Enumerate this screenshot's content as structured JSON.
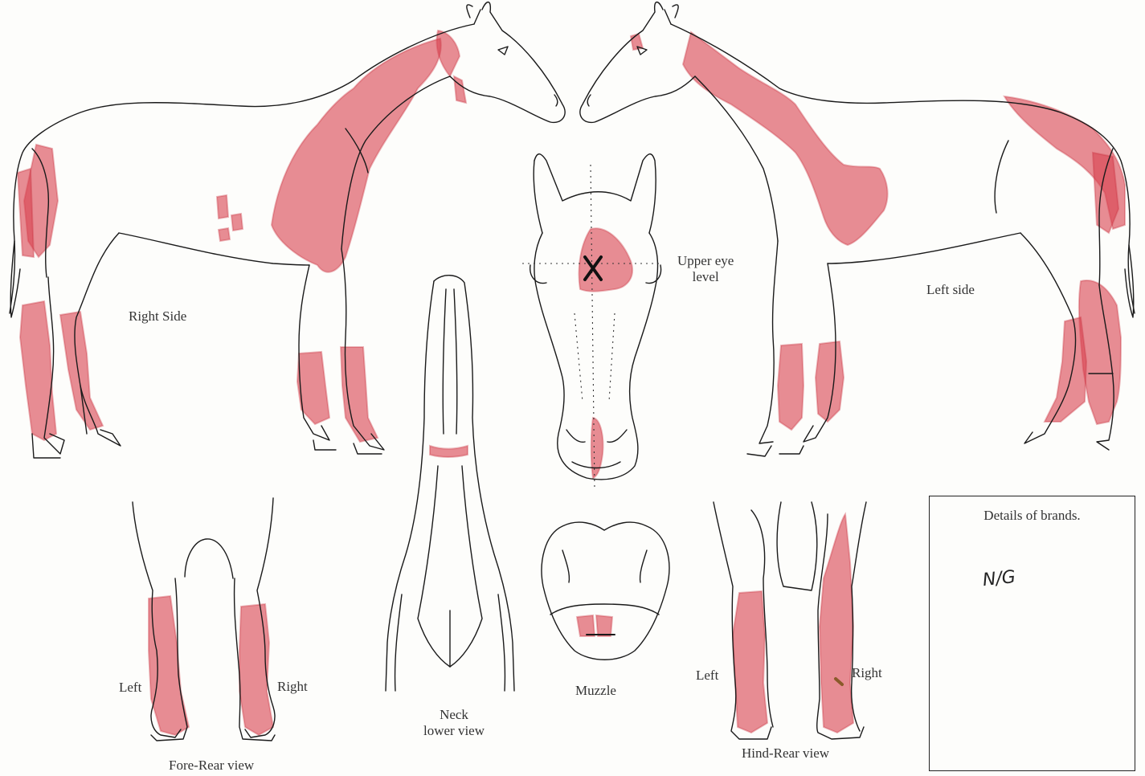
{
  "labels": {
    "right_side": "Right Side",
    "left_side": "Left side",
    "upper_eye_level": [
      "Upper eye",
      "level"
    ],
    "neck_lower_view": [
      "Neck",
      "lower view"
    ],
    "muzzle": "Muzzle",
    "fore_rear_view": "Fore-Rear view",
    "hind_rear_view": "Hind-Rear view",
    "fore_left": "Left",
    "fore_right": "Right",
    "hind_left": "Left",
    "hind_right": "Right"
  },
  "brands": {
    "title": "Details of brands.",
    "note": "N/G"
  },
  "colors": {
    "marking": "#d9414f",
    "ink": "#1a1a1a",
    "paper": "#fdfdfb"
  }
}
